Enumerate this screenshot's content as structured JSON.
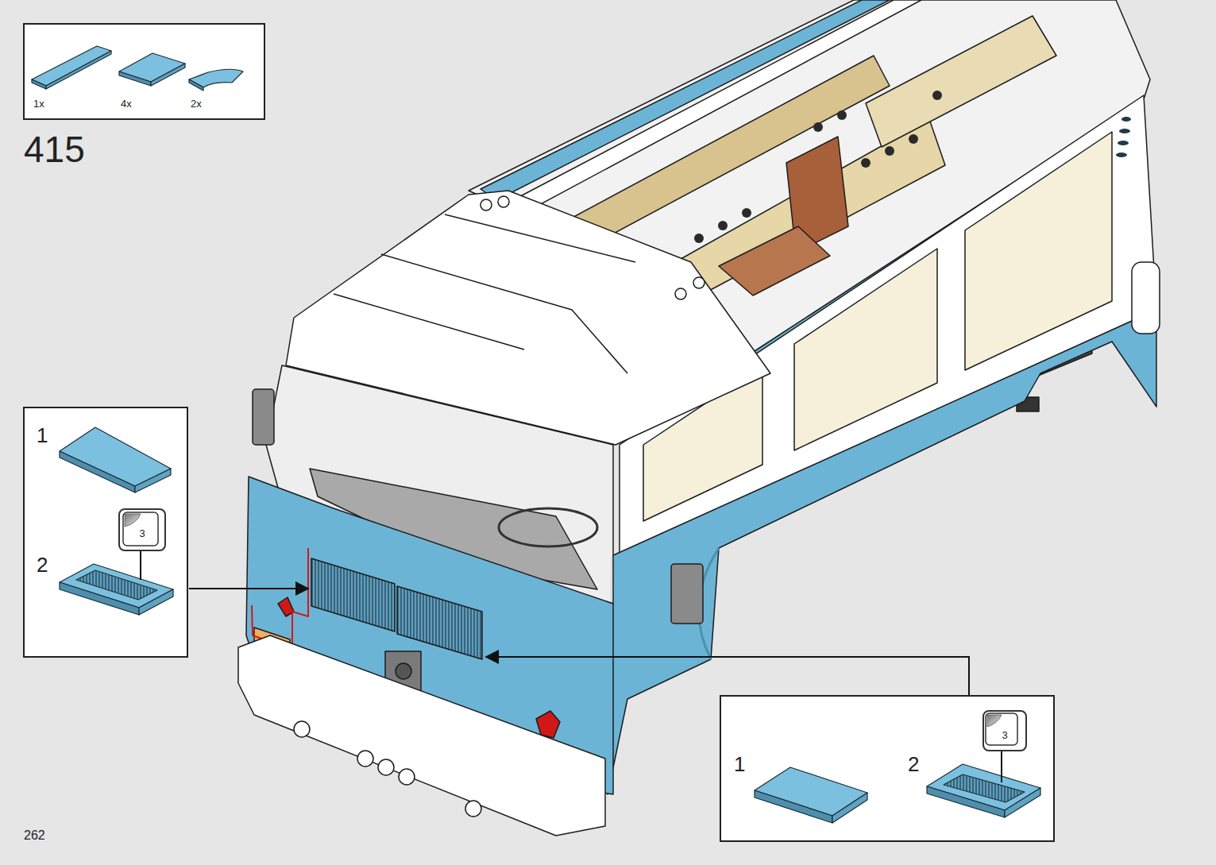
{
  "diagram": {
    "nodes": [
      {
        "text": [
          "1x",
          "4x",
          "2x"
        ]
      },
      {
        "text": [
          "1",
          "2"
        ]
      },
      {
        "text": [
          "3"
        ],
        "in": 1
      },
      {
        "text": [
          "1",
          "2"
        ]
      },
      {
        "text": [
          "3"
        ],
        "in": 3
      }
    ],
    "labels": [
      "415",
      "262"
    ]
  }
}
